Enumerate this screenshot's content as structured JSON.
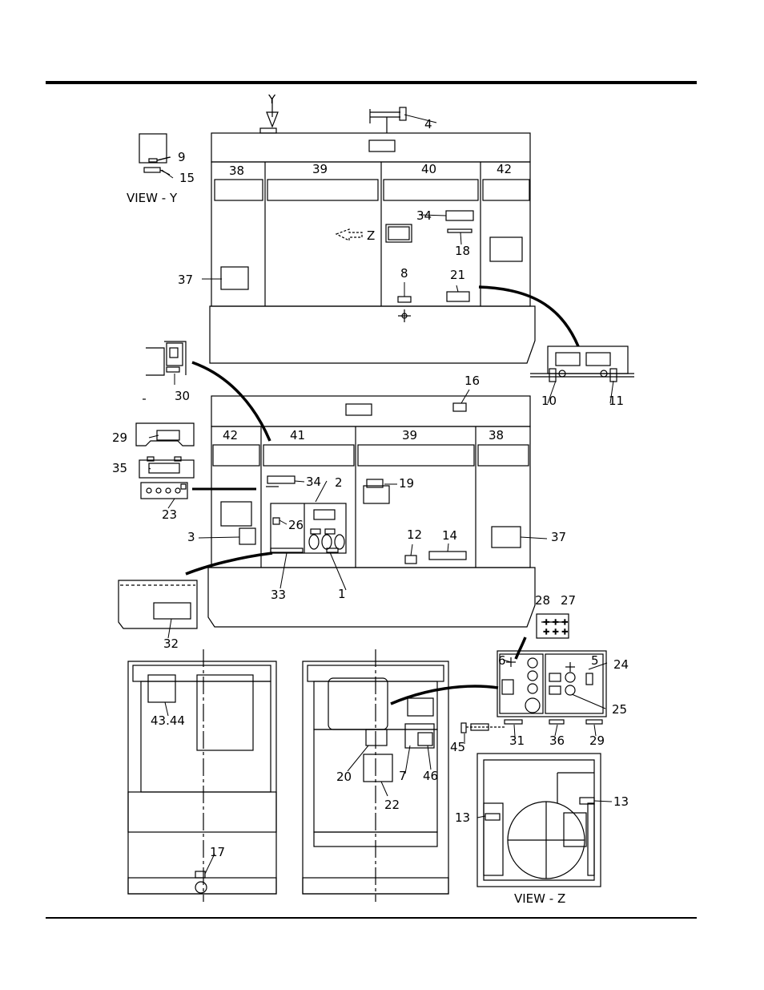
{
  "views": {
    "view_y": "VIEW - Y",
    "view_z": "VIEW - Z",
    "arrow_y": "Y",
    "arrow_z": "Z"
  },
  "callouts": [
    "1",
    "2",
    "3",
    "4",
    "5",
    "6",
    "7",
    "8",
    "9",
    "10",
    "11",
    "12",
    "13",
    "14",
    "15",
    "16",
    "17",
    "18",
    "19",
    "20",
    "21",
    "22",
    "23",
    "24",
    "25",
    "26",
    "27",
    "28",
    "29",
    "30",
    "31",
    "32",
    "33",
    "34",
    "35",
    "36",
    "37",
    "38",
    "39",
    "40",
    "41",
    "42",
    "43.44",
    "45",
    "46"
  ]
}
